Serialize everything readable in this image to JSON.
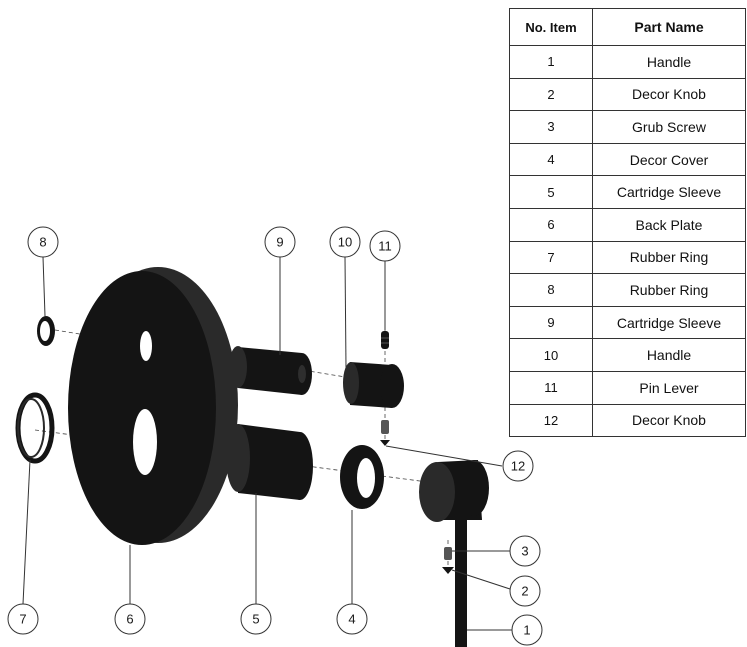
{
  "table": {
    "headers": {
      "no": "No. Item",
      "name": "Part Name"
    },
    "rows": [
      {
        "no": "1",
        "name": "Handle"
      },
      {
        "no": "2",
        "name": "Decor Knob"
      },
      {
        "no": "3",
        "name": "Grub Screw"
      },
      {
        "no": "4",
        "name": "Decor Cover"
      },
      {
        "no": "5",
        "name": "Cartridge Sleeve"
      },
      {
        "no": "6",
        "name": "Back Plate"
      },
      {
        "no": "7",
        "name": "Rubber Ring"
      },
      {
        "no": "8",
        "name": "Rubber Ring"
      },
      {
        "no": "9",
        "name": "Cartridge Sleeve"
      },
      {
        "no": "10",
        "name": "Handle"
      },
      {
        "no": "11",
        "name": "Pin Lever"
      },
      {
        "no": "12",
        "name": "Decor Knob"
      }
    ]
  },
  "callouts": [
    "1",
    "2",
    "3",
    "4",
    "5",
    "6",
    "7",
    "8",
    "9",
    "10",
    "11",
    "12"
  ],
  "colors": {
    "part": "#141414",
    "line": "#333333"
  }
}
